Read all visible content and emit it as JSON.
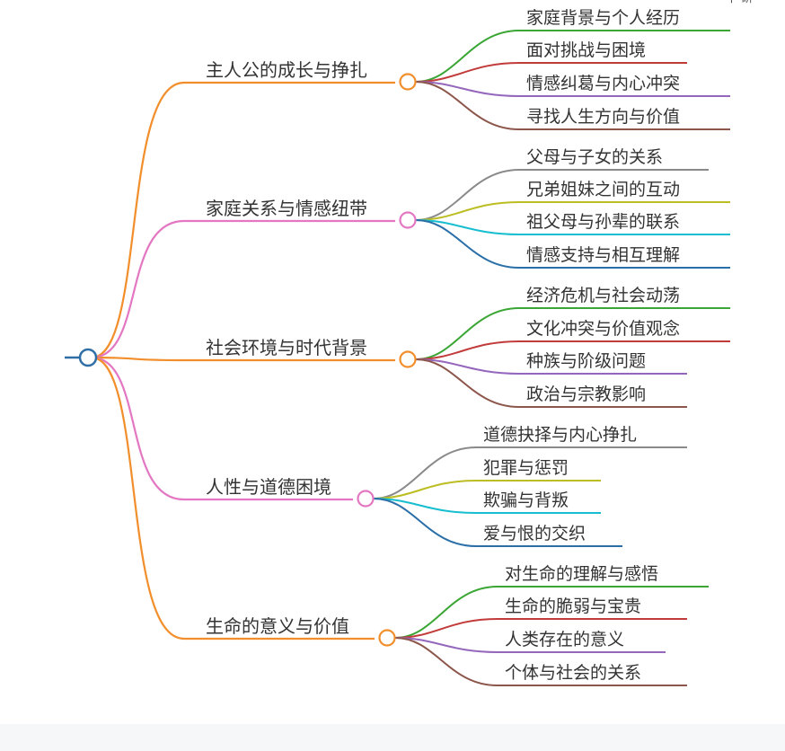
{
  "root": {
    "color": "#2f6fa5"
  },
  "corner_text": "中 研",
  "branches": [
    {
      "label": "主人公的成长与挣扎",
      "color": "#f28e2b",
      "children": [
        {
          "label": "家庭背景与个人经历",
          "color": "#3ba635"
        },
        {
          "label": "面对挑战与困境",
          "color": "#c23b3b"
        },
        {
          "label": "情感纠葛与内心冲突",
          "color": "#9467bd"
        },
        {
          "label": "寻找人生方向与价值",
          "color": "#8c564b"
        }
      ]
    },
    {
      "label": "家庭关系与情感纽带",
      "color": "#e377c2",
      "children": [
        {
          "label": "父母与子女的关系",
          "color": "#8a8a8a"
        },
        {
          "label": "兄弟姐妹之间的互动",
          "color": "#bcbd22"
        },
        {
          "label": "祖父母与孙辈的联系",
          "color": "#17becf"
        },
        {
          "label": "情感支持与相互理解",
          "color": "#2a6fa8"
        }
      ]
    },
    {
      "label": "社会环境与时代背景",
      "color": "#f28e2b",
      "children": [
        {
          "label": "经济危机与社会动荡",
          "color": "#3ba635"
        },
        {
          "label": "文化冲突与价值观念",
          "color": "#c23b3b"
        },
        {
          "label": "种族与阶级问题",
          "color": "#9467bd"
        },
        {
          "label": "政治与宗教影响",
          "color": "#8c564b"
        }
      ]
    },
    {
      "label": "人性与道德困境",
      "color": "#e377c2",
      "children": [
        {
          "label": "道德抉择与内心挣扎",
          "color": "#8a8a8a"
        },
        {
          "label": "犯罪与惩罚",
          "color": "#bcbd22"
        },
        {
          "label": "欺骗与背叛",
          "color": "#17becf"
        },
        {
          "label": "爱与恨的交织",
          "color": "#2a6fa8"
        }
      ]
    },
    {
      "label": "生命的意义与价值",
      "color": "#f28e2b",
      "children": [
        {
          "label": "对生命的理解与感悟",
          "color": "#3ba635"
        },
        {
          "label": "生命的脆弱与宝贵",
          "color": "#c23b3b"
        },
        {
          "label": "人类存在的意义",
          "color": "#9467bd"
        },
        {
          "label": "个体与社会的关系",
          "color": "#8c564b"
        }
      ]
    }
  ]
}
